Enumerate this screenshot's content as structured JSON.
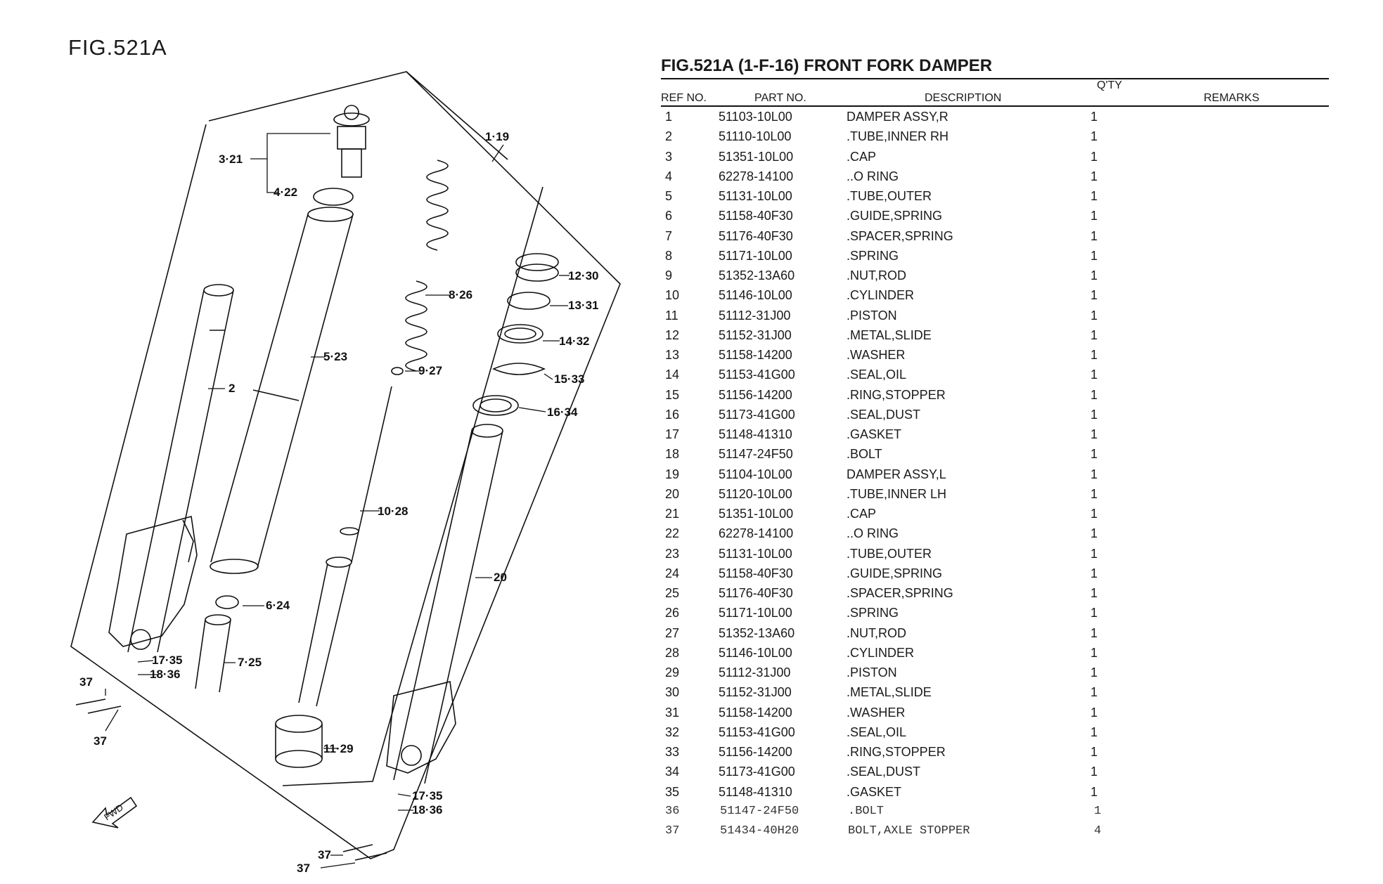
{
  "figure_label": "FIG.521A",
  "table": {
    "title": "FIG.521A (1-F-16) FRONT FORK DAMPER",
    "headers": {
      "ref": "REF NO.",
      "part": "PART NO.",
      "desc": "DESCRIPTION",
      "qty": "Q'TY",
      "remarks": "REMARKS"
    },
    "rows": [
      {
        "ref": "1",
        "part": "51103-10L00",
        "desc": "DAMPER ASSY,R",
        "qty": "1"
      },
      {
        "ref": "2",
        "part": "51110-10L00",
        "desc": ".TUBE,INNER RH",
        "qty": "1"
      },
      {
        "ref": "3",
        "part": "51351-10L00",
        "desc": ".CAP",
        "qty": "1"
      },
      {
        "ref": "4",
        "part": "62278-14100",
        "desc": "..O RING",
        "qty": "1"
      },
      {
        "ref": "5",
        "part": "51131-10L00",
        "desc": ".TUBE,OUTER",
        "qty": "1"
      },
      {
        "ref": "6",
        "part": "51158-40F30",
        "desc": ".GUIDE,SPRING",
        "qty": "1"
      },
      {
        "ref": "7",
        "part": "51176-40F30",
        "desc": ".SPACER,SPRING",
        "qty": "1"
      },
      {
        "ref": "8",
        "part": "51171-10L00",
        "desc": ".SPRING",
        "qty": "1"
      },
      {
        "ref": "9",
        "part": "51352-13A60",
        "desc": ".NUT,ROD",
        "qty": "1"
      },
      {
        "ref": "10",
        "part": "51146-10L00",
        "desc": ".CYLINDER",
        "qty": "1"
      },
      {
        "ref": "11",
        "part": "51112-31J00",
        "desc": ".PISTON",
        "qty": "1"
      },
      {
        "ref": "12",
        "part": "51152-31J00",
        "desc": ".METAL,SLIDE",
        "qty": "1"
      },
      {
        "ref": "13",
        "part": "51158-14200",
        "desc": ".WASHER",
        "qty": "1"
      },
      {
        "ref": "14",
        "part": "51153-41G00",
        "desc": ".SEAL,OIL",
        "qty": "1"
      },
      {
        "ref": "15",
        "part": "51156-14200",
        "desc": ".RING,STOPPER",
        "qty": "1"
      },
      {
        "ref": "16",
        "part": "51173-41G00",
        "desc": ".SEAL,DUST",
        "qty": "1"
      },
      {
        "ref": "17",
        "part": "51148-41310",
        "desc": ".GASKET",
        "qty": "1"
      },
      {
        "ref": "18",
        "part": "51147-24F50",
        "desc": ".BOLT",
        "qty": "1"
      },
      {
        "ref": "19",
        "part": "51104-10L00",
        "desc": "DAMPER ASSY,L",
        "qty": "1"
      },
      {
        "ref": "20",
        "part": "51120-10L00",
        "desc": ".TUBE,INNER LH",
        "qty": "1"
      },
      {
        "ref": "21",
        "part": "51351-10L00",
        "desc": ".CAP",
        "qty": "1"
      },
      {
        "ref": "22",
        "part": "62278-14100",
        "desc": "..O RING",
        "qty": "1"
      },
      {
        "ref": "23",
        "part": "51131-10L00",
        "desc": ".TUBE,OUTER",
        "qty": "1"
      },
      {
        "ref": "24",
        "part": "51158-40F30",
        "desc": ".GUIDE,SPRING",
        "qty": "1"
      },
      {
        "ref": "25",
        "part": "51176-40F30",
        "desc": ".SPACER,SPRING",
        "qty": "1"
      },
      {
        "ref": "26",
        "part": "51171-10L00",
        "desc": ".SPRING",
        "qty": "1"
      },
      {
        "ref": "27",
        "part": "51352-13A60",
        "desc": ".NUT,ROD",
        "qty": "1"
      },
      {
        "ref": "28",
        "part": "51146-10L00",
        "desc": ".CYLINDER",
        "qty": "1"
      },
      {
        "ref": "29",
        "part": "51112-31J00",
        "desc": ".PISTON",
        "qty": "1"
      },
      {
        "ref": "30",
        "part": "51152-31J00",
        "desc": ".METAL,SLIDE",
        "qty": "1"
      },
      {
        "ref": "31",
        "part": "51158-14200",
        "desc": ".WASHER",
        "qty": "1"
      },
      {
        "ref": "32",
        "part": "51153-41G00",
        "desc": ".SEAL,OIL",
        "qty": "1"
      },
      {
        "ref": "33",
        "part": "51156-14200",
        "desc": ".RING,STOPPER",
        "qty": "1"
      },
      {
        "ref": "34",
        "part": "51173-41G00",
        "desc": ".SEAL,DUST",
        "qty": "1"
      },
      {
        "ref": "35",
        "part": "51148-41310",
        "desc": ".GASKET",
        "qty": "1"
      },
      {
        "ref": "36",
        "part": "51147-24F50",
        "desc": ".BOLT",
        "qty": "1",
        "style": "mono"
      },
      {
        "ref": "37",
        "part": "51434-40H20",
        "desc": " BOLT,AXLE STOPPER",
        "qty": "4",
        "style": "mono"
      }
    ]
  },
  "diagram": {
    "callouts": {
      "c_1_19": "1·19",
      "c_3_21": "3·21",
      "c_4_22": "4·22",
      "c_2": "2",
      "c_5_23": "5·23",
      "c_8_26": "8·26",
      "c_9_27": "9·27",
      "c_10_28": "10·28",
      "c_11_29": "11·29",
      "c_6_24": "6·24",
      "c_7_25": "7·25",
      "c_12_30": "12·30",
      "c_13_31": "13·31",
      "c_14_32": "14·32",
      "c_15_33": "15·33",
      "c_16_34": "16·34",
      "c_20": "20",
      "c_17_35_a": "17·35",
      "c_18_36_a": "18·36",
      "c_17_35_b": "17·35",
      "c_18_36_b": "18·36",
      "c_37_a": "37",
      "c_37_b": "37",
      "c_37_c": "37",
      "c_37_d": "37",
      "fwd": "FWD"
    }
  }
}
